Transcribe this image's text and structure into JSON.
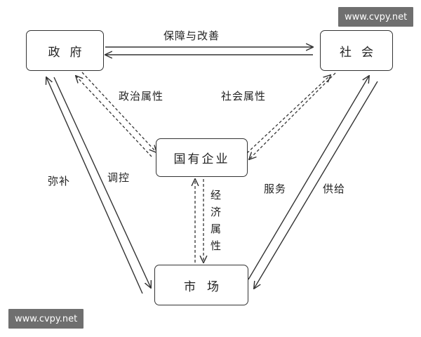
{
  "nodes": {
    "government": "政府",
    "society": "社会",
    "soe": "国有企业",
    "market": "市场"
  },
  "edges": {
    "guarantee_improve": "保障与改善",
    "political_attribute": "政治属性",
    "social_attribute": "社会属性",
    "economic_attribute": "经济属性",
    "compensate": "弥补",
    "regulate": "调控",
    "service": "服务",
    "supply": "供给"
  },
  "watermark": "www.cvpy.net",
  "colors": {
    "line": "#333333",
    "watermark_bg": "#6f6f6f"
  }
}
